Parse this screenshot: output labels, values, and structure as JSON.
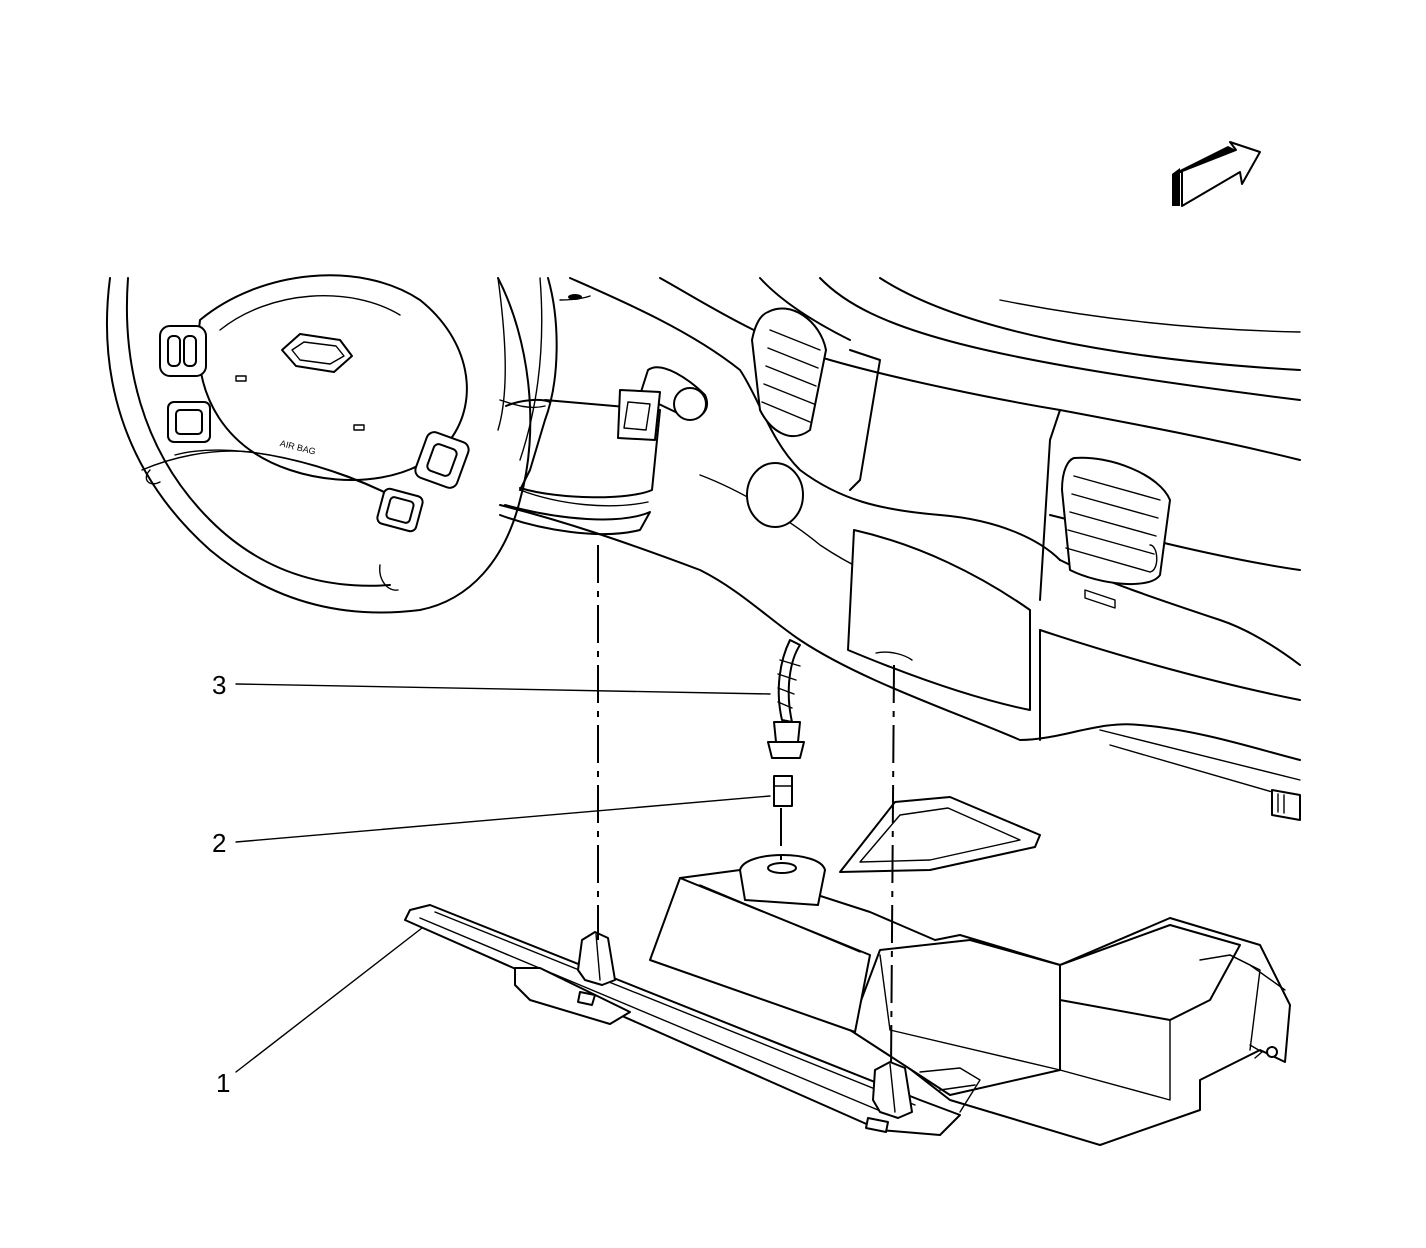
{
  "callouts": [
    {
      "id": "1",
      "label": "1"
    },
    {
      "id": "2",
      "label": "2"
    },
    {
      "id": "3",
      "label": "3"
    }
  ],
  "wheel_text": "AIR BAG",
  "icons": [
    "direction-arrow-icon",
    "bowtie-emblem-icon"
  ],
  "colors": {
    "line": "#000000",
    "background": "#ffffff",
    "shade": "#d9d9d9"
  }
}
